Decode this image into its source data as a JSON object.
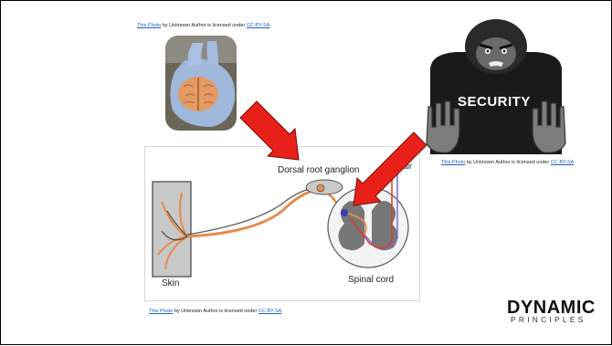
{
  "attributions": [
    {
      "link": "This Photo",
      "mid": " by Unknown Author is licensed under ",
      "license": "CC BY-SA"
    },
    {
      "link": "This Photo",
      "mid": " by Unknown Author is licensed under ",
      "license": "CC BY-SA"
    },
    {
      "link": "This Photo",
      "mid": " by Unknown Author is licensed under ",
      "license": "CC BY-SA"
    }
  ],
  "diagram": {
    "dorsal_root_ganglion": "Dorsal root ganglion",
    "skin": "Skin",
    "spinal_cord": "Spinal cord",
    "partial_label": "air"
  },
  "security_sign": "SECURITY",
  "logo": {
    "main": "DYNAMIC",
    "sub": "PRINCIPLES"
  },
  "colors": {
    "arrow": "#e8201a",
    "nerve": "#e58a4e",
    "link": "#1f5fbf"
  }
}
